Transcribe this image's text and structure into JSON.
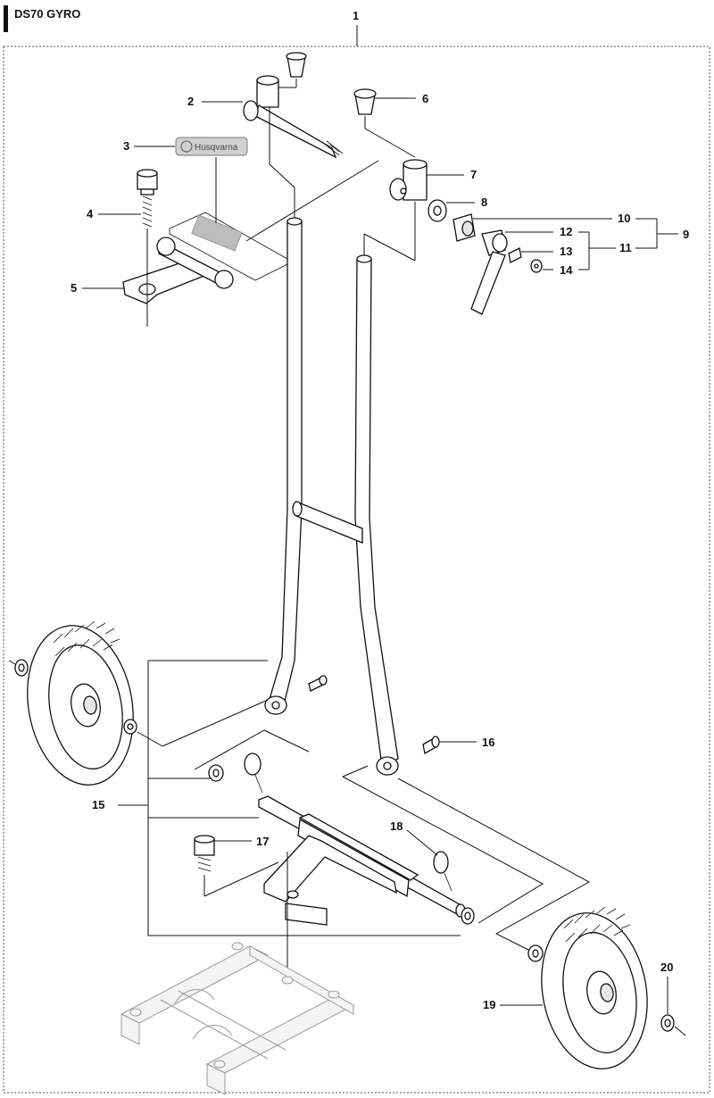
{
  "title": "DS70 GYRO",
  "brand_decal": "Husqvarna",
  "callouts": [
    {
      "id": "c1",
      "text": "1"
    },
    {
      "id": "c2",
      "text": "2"
    },
    {
      "id": "c3",
      "text": "3"
    },
    {
      "id": "c4",
      "text": "4"
    },
    {
      "id": "c5",
      "text": "5"
    },
    {
      "id": "c6",
      "text": "6"
    },
    {
      "id": "c7",
      "text": "7"
    },
    {
      "id": "c8",
      "text": "8"
    },
    {
      "id": "c9",
      "text": "9"
    },
    {
      "id": "c10",
      "text": "10"
    },
    {
      "id": "c11",
      "text": "11"
    },
    {
      "id": "c12",
      "text": "12"
    },
    {
      "id": "c13",
      "text": "13"
    },
    {
      "id": "c14",
      "text": "14"
    },
    {
      "id": "c15",
      "text": "15"
    },
    {
      "id": "c16",
      "text": "16"
    },
    {
      "id": "c17",
      "text": "17"
    },
    {
      "id": "c18",
      "text": "18"
    },
    {
      "id": "c19",
      "text": "19"
    },
    {
      "id": "c20",
      "text": "20"
    }
  ]
}
